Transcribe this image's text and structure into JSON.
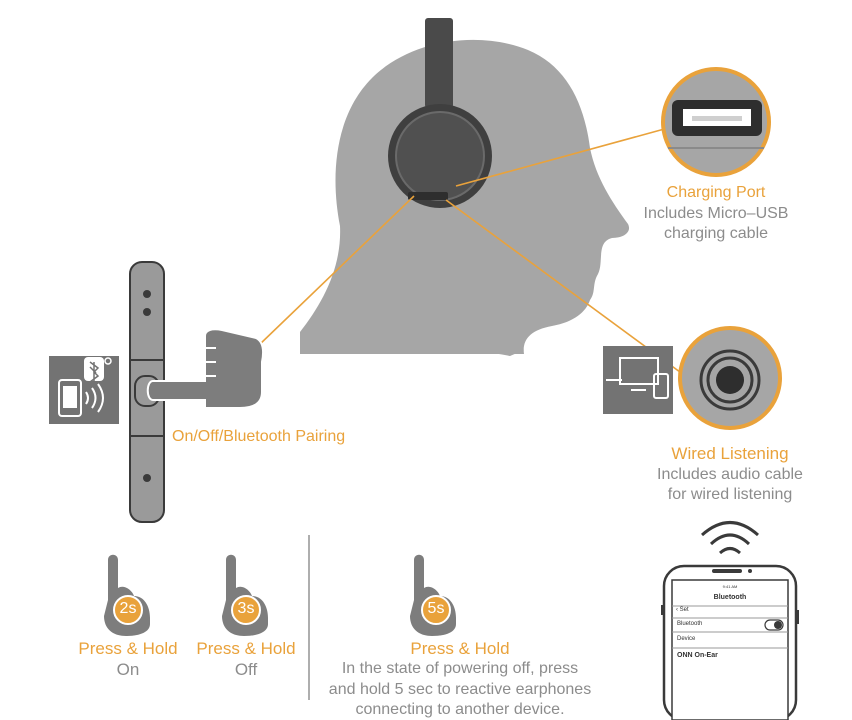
{
  "colors": {
    "accent": "#e9a23b",
    "head": "#a6a6a6",
    "dark": "#4a4a4a",
    "text_gray": "#8c8c8c"
  },
  "callouts": {
    "charging": {
      "title": "Charging Port",
      "line1": "Includes Micro–USB",
      "line2": "charging cable"
    },
    "wired": {
      "title": "Wired Listening",
      "line1": "Includes audio cable",
      "line2": "for wired listening"
    },
    "power_button": {
      "title": "On/Off/Bluetooth Pairing"
    }
  },
  "instructions": [
    {
      "time": "2s",
      "title": "Press  &  Hold",
      "desc": "On"
    },
    {
      "time": "3s",
      "title": "Press  &  Hold",
      "desc": "Off"
    },
    {
      "time": "5s",
      "title": "Press  &  Hold",
      "desc_lines": [
        "In the state of powering off, press",
        "and hold 5 sec to reactive earphones",
        "connecting to another device."
      ]
    }
  ],
  "phone": {
    "time": "9:41 AM",
    "title": "Bluetooth",
    "back_label": "Set",
    "bluetooth_label": "Bluetooth",
    "device_label": "Device",
    "device_name": "ONN On-Ear"
  }
}
